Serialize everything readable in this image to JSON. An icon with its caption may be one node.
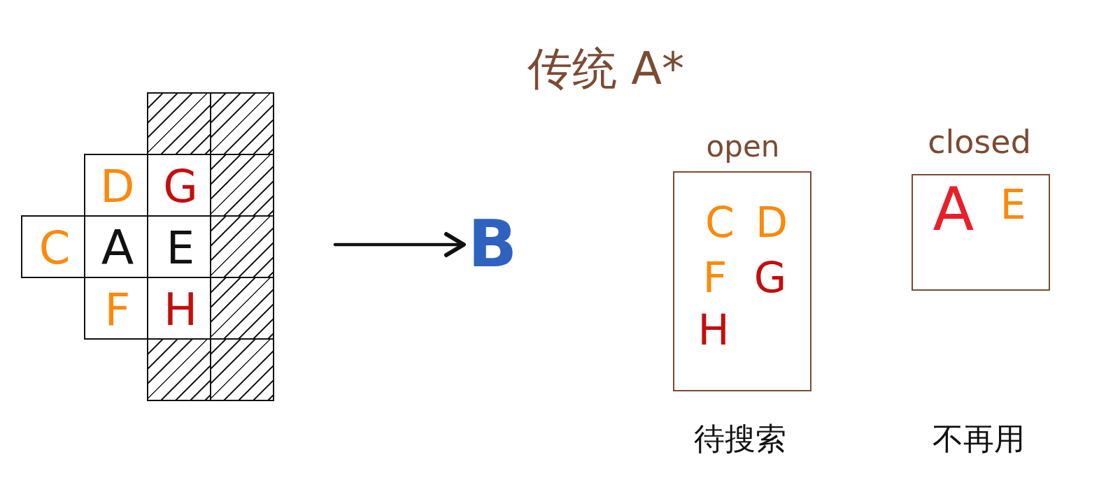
{
  "diagram": {
    "title": "传统 A*",
    "nodes": [
      {
        "text": [],
        "shape": "box"
      },
      {
        "text": [],
        "shape": "box"
      },
      {
        "text": [
          "D"
        ]
      },
      {
        "text": [
          "G"
        ]
      },
      {
        "text": [],
        "shape": "box"
      },
      {
        "text": [
          "C"
        ]
      },
      {
        "text": [
          "A"
        ]
      },
      {
        "text": [
          "E"
        ]
      },
      {
        "text": [],
        "shape": "box"
      },
      {
        "text": [
          "F"
        ]
      },
      {
        "text": [
          "H"
        ]
      },
      {
        "text": [],
        "shape": "box"
      },
      {
        "text": [],
        "shape": "box"
      },
      {
        "text": [],
        "shape": "box"
      },
      {
        "text": [
          "B"
        ]
      },
      {
        "text": [
          "open",
          "C",
          "D",
          "F",
          "G",
          "H"
        ]
      },
      {
        "text": [
          "closed",
          "A",
          "E"
        ]
      }
    ],
    "edges": [
      {
        "from": null,
        "to": 14,
        "arrow": "to"
      }
    ],
    "labels": [
      "待搜索",
      "不再用"
    ]
  }
}
